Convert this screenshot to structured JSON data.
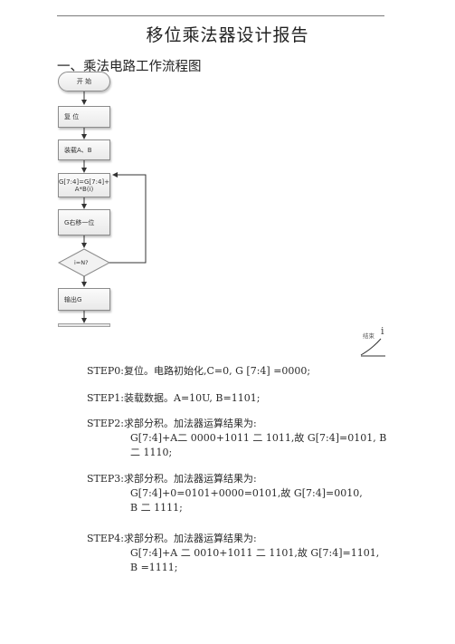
{
  "document": {
    "title": "移位乘法器设计报告",
    "section_heading": "一、乘法电路工作流程图"
  },
  "flowchart": {
    "start": "开 始",
    "reset": "复 位",
    "load": "装载A、B",
    "compute_line1": "G[7:4]=G[7:4]+",
    "compute_line2": "A*B(i)",
    "shift": "G右移一位",
    "decision": "i=N?",
    "output": "输出G",
    "end_note": "结束",
    "cursor_glyph": "i"
  },
  "steps": [
    {
      "line1": "STEP0:复位。电路初始化,C=0, G [7:4] =0000;"
    },
    {
      "line1": "STEP1:装载数据。A=10U, B=1101;"
    },
    {
      "line1": "STEP2:求部分积。加法器运算结果为:",
      "line2": "G[7:4]+A二 0000+1011 二 1011,故 G[7:4]=0101, B",
      "line3": "二 1110;"
    },
    {
      "line1": "STEP3:求部分积。加法器运算结果为:",
      "line2": "G[7:4]+0=0101+0000=0101,故 G[7:4]=0010,",
      "line3": "B 二 1111;"
    },
    {
      "line1": "STEP4:求部分积。加法器运算结果为:",
      "line2": "G[7:4]+A 二 0010+1011 二 1101,故 G[7:4]=1101,",
      "line3": "B =1111;"
    }
  ]
}
